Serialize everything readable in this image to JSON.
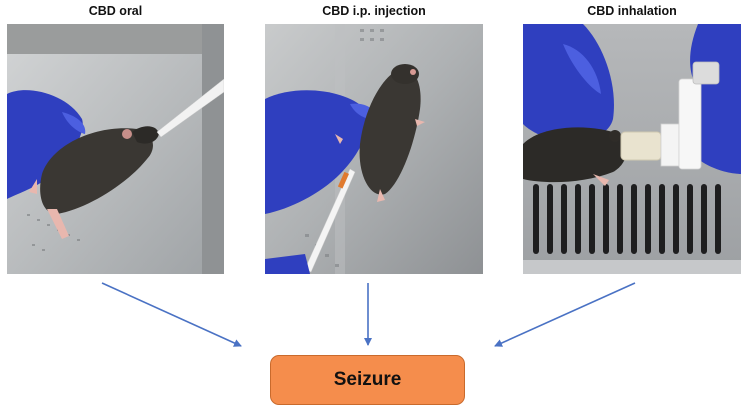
{
  "panels": [
    {
      "title": "CBD oral",
      "icon": "mouse-oral-gavage-photo"
    },
    {
      "title": "CBD i.p. injection",
      "icon": "mouse-ip-injection-photo"
    },
    {
      "title": "CBD inhalation",
      "icon": "mouse-inhalation-photo"
    }
  ],
  "outcome": {
    "label": "Seizure"
  },
  "colors": {
    "arrow": "#4a72c4",
    "outcome_fill": "#f58d4c",
    "outcome_border": "#c96a2c",
    "glove": "#2f3fbf",
    "mouse_fur": "#3a3733"
  }
}
